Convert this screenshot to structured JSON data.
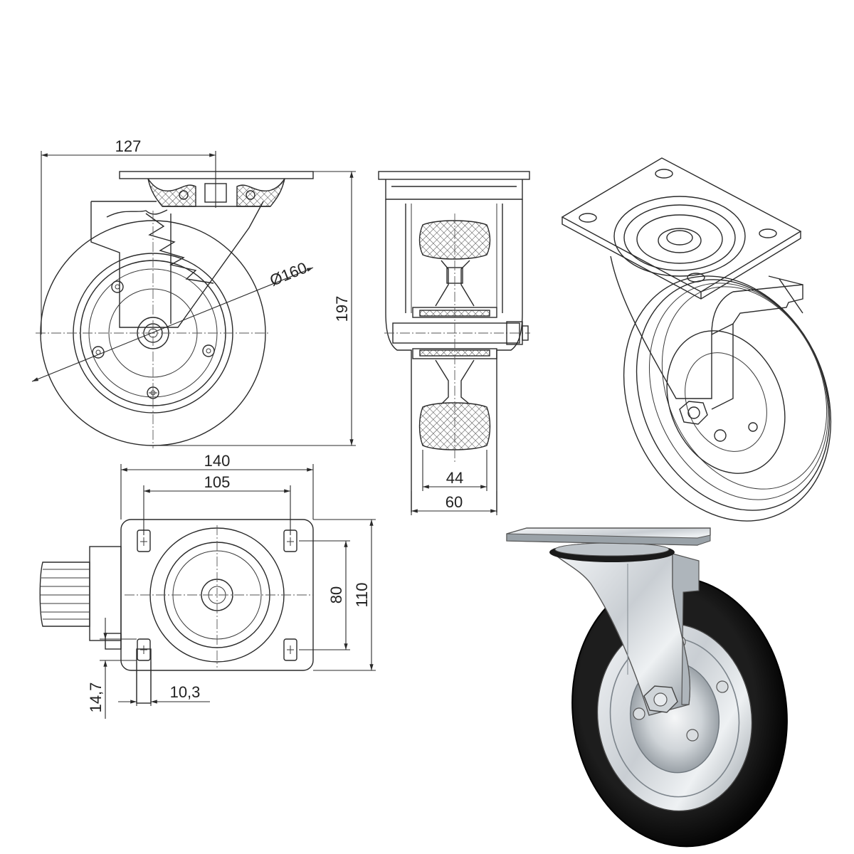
{
  "dimensions": {
    "overall_offset": "127",
    "wheel_diameter": "Ø160",
    "overall_height": "197",
    "wheel_width": "44",
    "fork_width": "60",
    "plate_width": "140",
    "bolt_spacing_x": "105",
    "bolt_spacing_y": "80",
    "plate_length": "110",
    "slot_length": "14,7",
    "slot_width": "10,3"
  },
  "colors": {
    "line": "#2a2a2a",
    "tyre": "#111111",
    "steel_light": "#e8ebee",
    "steel_dark": "#8f979e"
  },
  "views": {
    "side_view_icon": "caster-side-view",
    "front_section_icon": "caster-front-section",
    "top_view_icon": "mounting-plate-top-view",
    "isometric_icon": "caster-isometric-line-drawing",
    "photo_icon": "caster-product-render"
  }
}
